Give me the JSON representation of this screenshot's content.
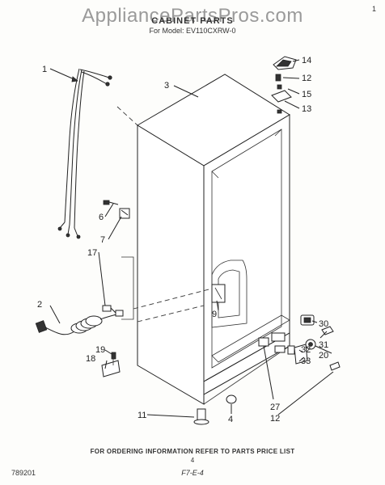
{
  "header": {
    "watermark": "AppliancePartsPros.com",
    "title": "CABINET PARTS",
    "model": "For Model: EV110CXRW-0",
    "corner_mark": "1"
  },
  "footer": {
    "left_code": "789201",
    "note": "FOR ORDERING INFORMATION REFER TO PARTS PRICE LIST",
    "page_number": "4",
    "handwritten": "F7-E-4"
  },
  "callouts": {
    "c1": "1",
    "c2": "2",
    "c3": "3",
    "c4": "4",
    "c6": "6",
    "c7": "7",
    "c9": "9",
    "c11": "11",
    "c12a": "12",
    "c12b": "12",
    "c13": "13",
    "c14": "14",
    "c15": "15",
    "c17": "17",
    "c18": "18",
    "c19": "19",
    "c20": "20",
    "c27": "27",
    "c30": "30",
    "c31": "31",
    "c32": "32",
    "c33": "33"
  }
}
